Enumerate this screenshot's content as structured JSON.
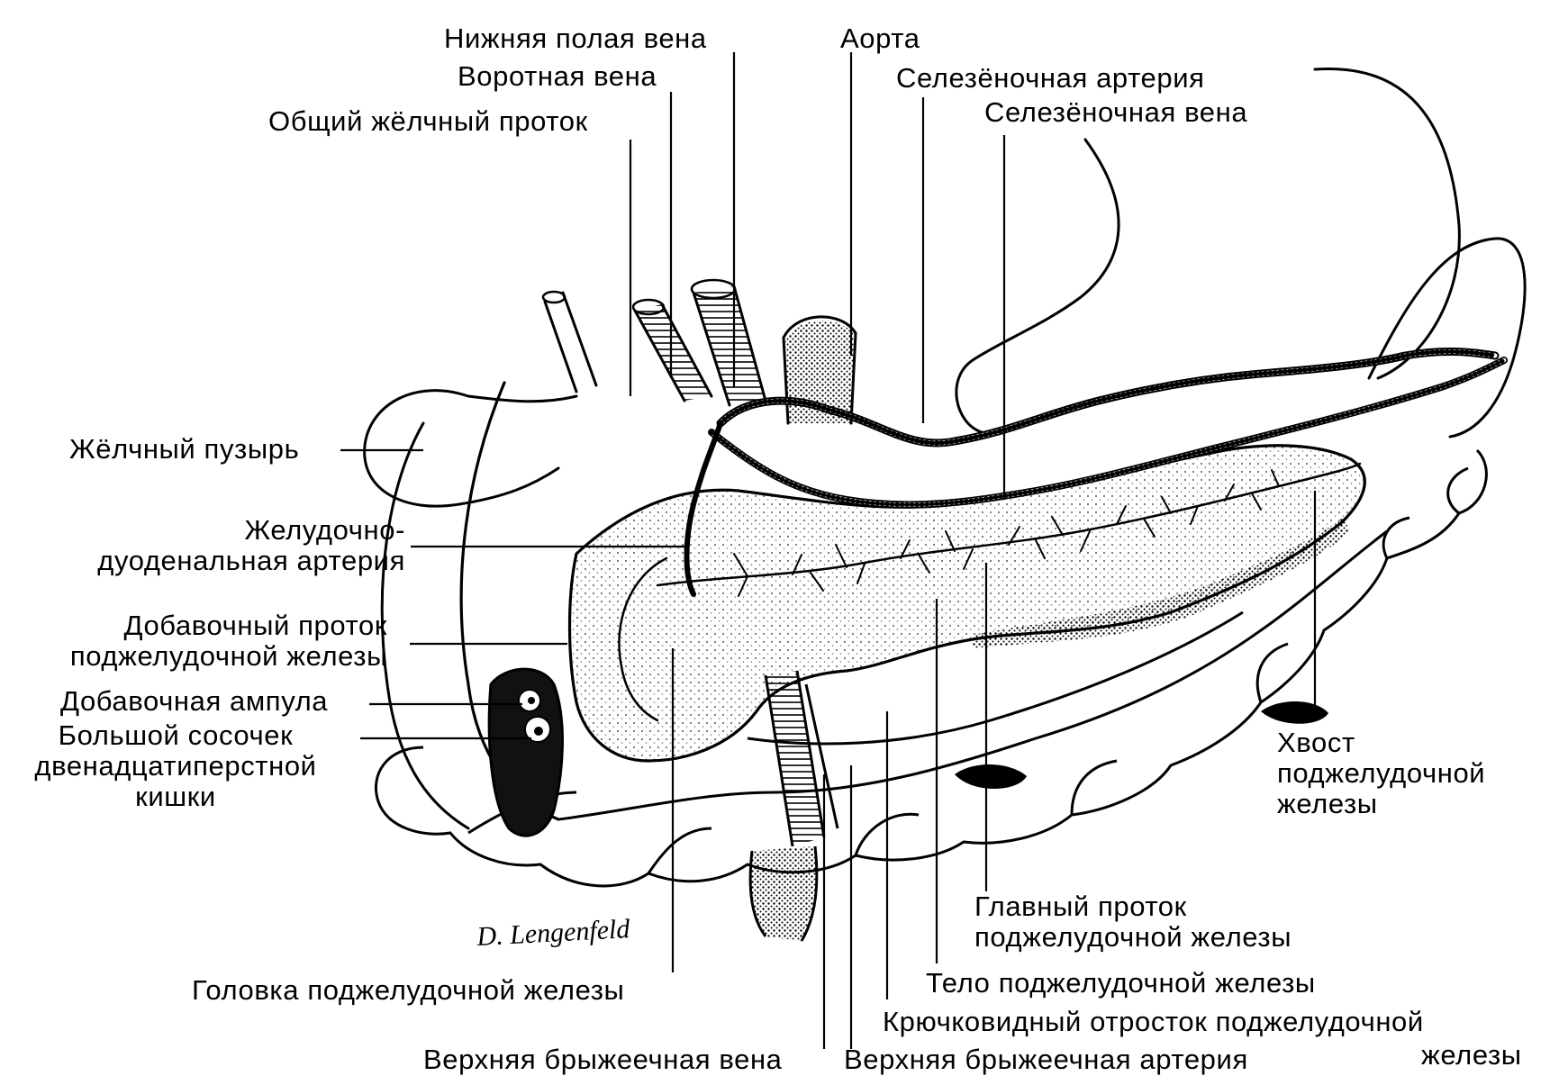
{
  "labels": {
    "ivc": "Нижняя полая вена",
    "aorta": "Аорта",
    "portal_vein": "Воротная вена",
    "splenic_artery": "Селезёночная артерия",
    "common_bile_duct": "Общий жёлчный проток",
    "splenic_vein": "Селезёночная вена",
    "gallbladder": "Жёлчный пузырь",
    "gastroduodenal_artery": [
      "Желудочно-",
      "дуоденальная артерия"
    ],
    "accessory_duct": [
      "Добавочный проток",
      "поджелудочной железы"
    ],
    "accessory_ampulla": "Добавочная ампула",
    "major_papilla": [
      "Большой сосочек",
      "двенадцатиперстной",
      "кишки"
    ],
    "tail": [
      "Хвост",
      "поджелудочной",
      "железы"
    ],
    "main_duct": [
      "Главный проток",
      "поджелудочной железы"
    ],
    "head": "Головка поджелудочной железы",
    "body": "Тело поджелудочной железы",
    "uncinate": "Крючковидный отросток поджелудочной",
    "uncinate_2": "железы",
    "sm_vein": "Верхняя брыжеечная вена",
    "sm_artery": "Верхняя брыжеечная артерия"
  },
  "signature": "D. Lengenfeld"
}
